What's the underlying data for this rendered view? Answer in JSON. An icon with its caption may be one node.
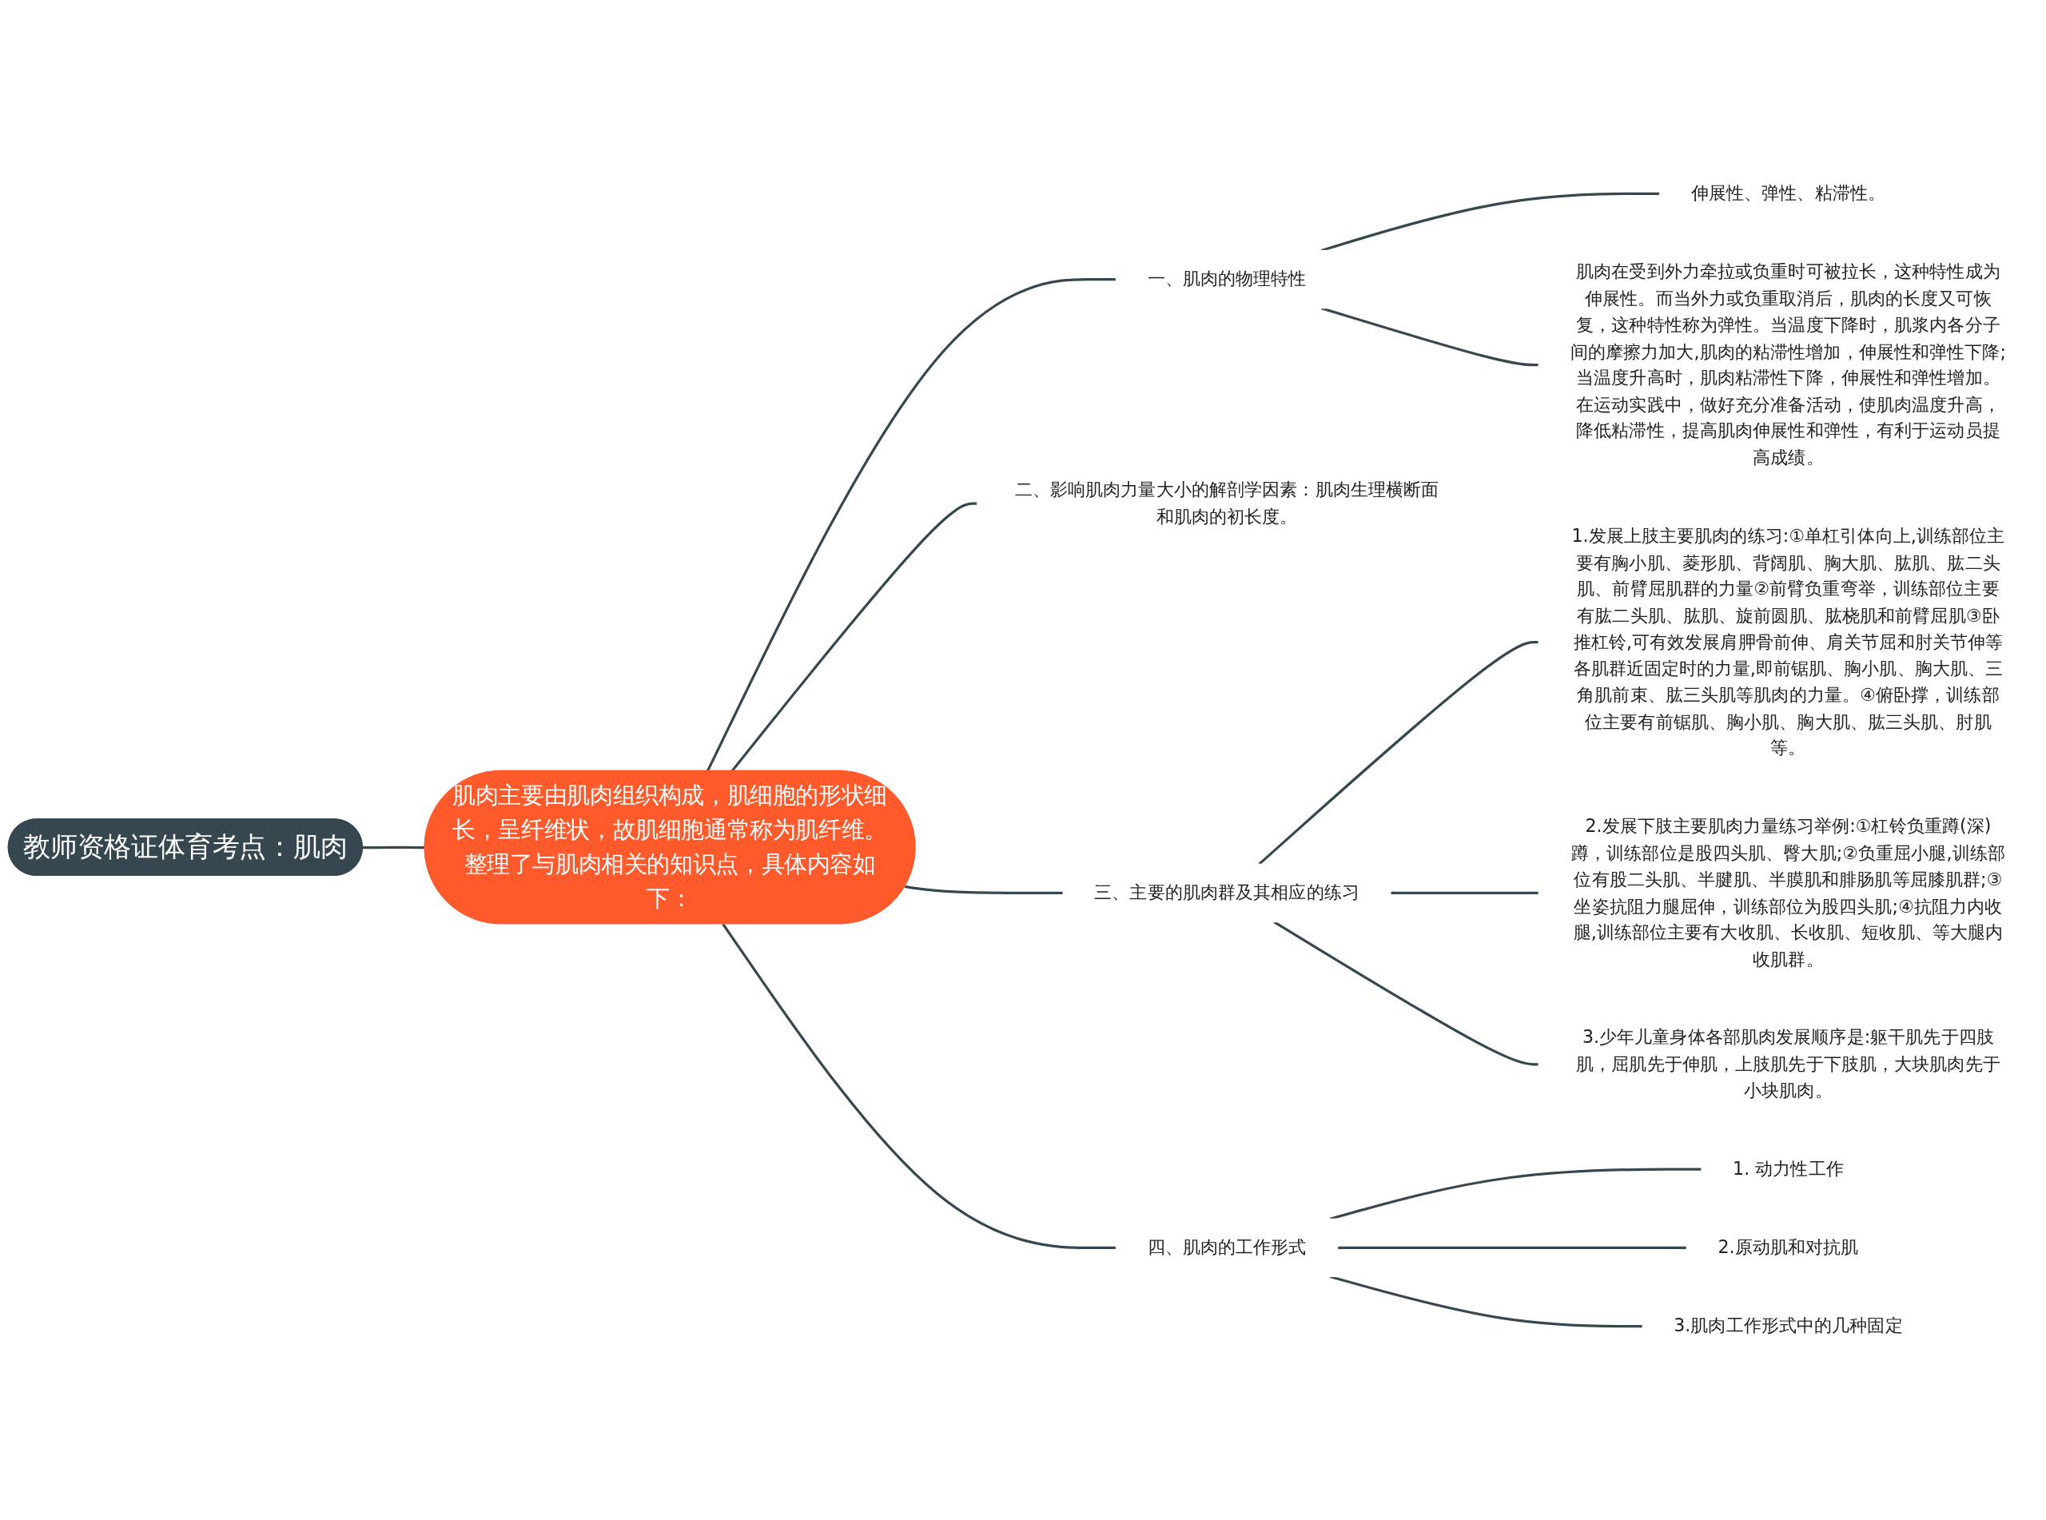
{
  "diagram": {
    "nodes": [
      {
        "text": [
          "教师资格证体育考点：肌肉"
        ]
      },
      {
        "text": [
          "肌肉主要由肌肉组织构成，肌细胞的形状细长，呈纤维状，故肌细胞通常称为肌纤维。整理了与肌肉相关的知识点，具体内容如下："
        ]
      },
      {
        "text": [
          "一、肌肉的物理特性"
        ]
      },
      {
        "text": [
          "伸展性、弹性、粘滞性。"
        ]
      },
      {
        "text": [
          "肌肉在受到外力牵拉或负重时可被拉长，这种特性成为伸展性。而当外力或负重取消后，肌肉的长度又可恢复，这种特性称为弹性。当温度下降时，肌浆内各分子间的摩擦力加大,肌肉的粘滞性增加，伸展性和弹性下降;当温度升高时，肌肉粘滞性下降，伸展性和弹性增加。在运动实践中，做好充分准备活动，使肌肉温度升高，降低粘滞性，提高肌肉伸展性和弹性，有利于运动员提高成绩。"
        ]
      },
      {
        "text": [
          "二、影响肌肉力量大小的解剖学因素：肌肉生理横断面和肌肉的初长度。"
        ]
      },
      {
        "text": [
          "三、主要的肌肉群及其相应的练习"
        ]
      },
      {
        "text": [
          "1.发展上肢主要肌肉的练习:①单杠引体向上,训练部位主要有胸小肌、菱形肌、背阔肌、胸大肌、肱肌、肱二头肌、前臂屈肌群的力量②前臂负重弯举，训练部位主要有肱二头肌、肱肌、旋前圆肌、肱桡肌和前臂屈肌③卧推杠铃,可有效发展肩胛骨前伸、肩关节屈和肘关节伸等各肌群近固定时的力量,即前锯肌、胸小肌、胸大肌、三角肌前束、肱三头肌等肌肉的力量。④俯卧撑，训练部位主要有前锯肌、胸小肌、胸大肌、肱三头肌、肘肌等。"
        ]
      },
      {
        "text": [
          "2.发展下肢主要肌肉力量练习举例:①杠铃负重蹲(深)蹲，训练部位是股四头肌、臀大肌;②负重屈小腿,训练部位有股二头肌、半腱肌、半膜肌和腓肠肌等屈膝肌群;③坐姿抗阻力腿屈伸，训练部位为股四头肌;④抗阻力内收腿,训练部位主要有大收肌、长收肌、短收肌、等大腿内收肌群。"
        ]
      },
      {
        "text": [
          "3.少年儿童身体各部肌肉发展顺序是:躯干肌先于四肢肌，屈肌先于伸肌，上肢肌先于下肢肌，大块肌肉先于小块肌肉。"
        ]
      },
      {
        "text": [
          "四、肌肉的工作形式"
        ]
      },
      {
        "text": [
          "1. 动力性工作"
        ]
      },
      {
        "text": [
          "2.原动肌和对抗肌"
        ]
      },
      {
        "text": [
          "3.肌肉工作形式中的几种固定"
        ]
      }
    ],
    "edges": [
      {
        "from": 0,
        "to": 1,
        "arrow": "none"
      },
      {
        "from": 1,
        "to": 2,
        "arrow": "none"
      },
      {
        "from": 2,
        "to": 3,
        "arrow": "none"
      },
      {
        "from": 2,
        "to": 4,
        "arrow": "none"
      },
      {
        "from": 1,
        "to": 5,
        "arrow": "none"
      },
      {
        "from": 1,
        "to": 6,
        "arrow": "none"
      },
      {
        "from": 6,
        "to": 7,
        "arrow": "none"
      },
      {
        "from": 6,
        "to": 8,
        "arrow": "none"
      },
      {
        "from": 6,
        "to": 9,
        "arrow": "none"
      },
      {
        "from": 1,
        "to": 10,
        "arrow": "none"
      },
      {
        "from": 10,
        "to": 11,
        "arrow": "none"
      },
      {
        "from": 10,
        "to": 12,
        "arrow": "none"
      },
      {
        "from": 10,
        "to": 13,
        "arrow": "none"
      }
    ]
  }
}
